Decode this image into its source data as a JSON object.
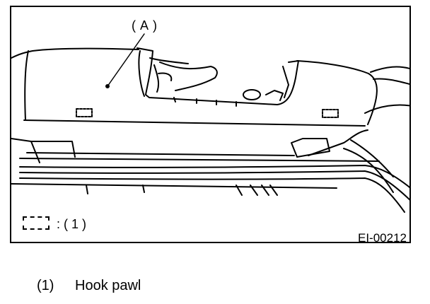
{
  "figure": {
    "callout_label": "( A )",
    "legend": {
      "symbol": "hook-pawl-location-symbol",
      "text": ": ( 1 )"
    },
    "figure_id": "EI-00212"
  },
  "caption": {
    "number": "(1)",
    "text": "Hook pawl"
  }
}
